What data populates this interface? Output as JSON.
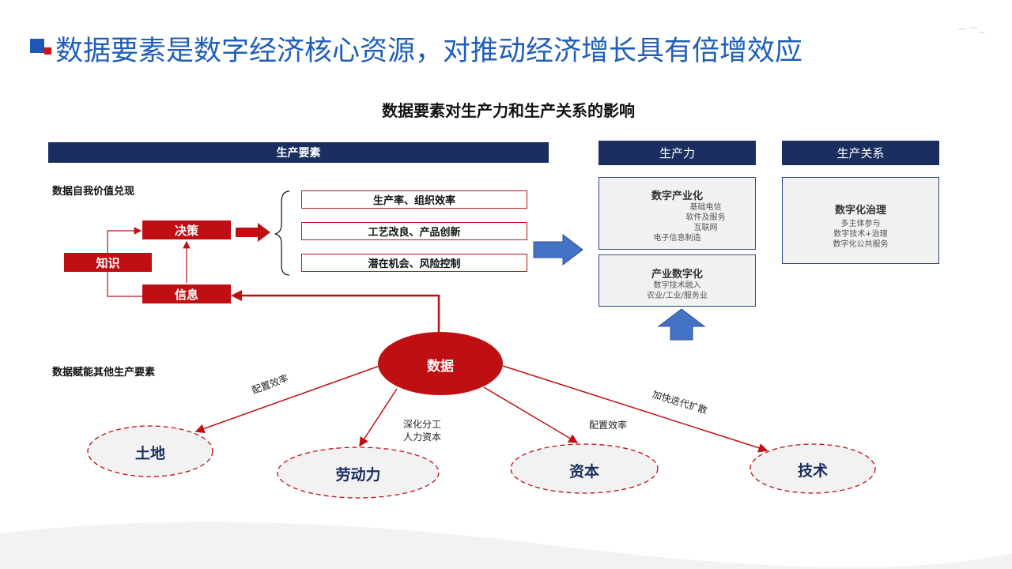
{
  "header": {
    "title": "数据要素是数字经济核心资源，对推动经济增长具有倍增效应"
  },
  "diagram": {
    "subtitle": "数据要素对生产力和生产关系的影响",
    "bars": {
      "production_factors": "生产要素",
      "productivity": "生产力",
      "relations": "生产关系"
    },
    "side_labels": {
      "self_value": "数据自我价值兑现",
      "empower": "数据赋能其他生产要素"
    },
    "chain": {
      "knowledge": "知识",
      "decision": "决策",
      "information": "信息"
    },
    "outcomes": [
      "生产率、组织效率",
      "工艺改良、产品创新",
      "潜在机会、风险控制"
    ],
    "productivity_boxes": [
      {
        "title": "数字产业化",
        "lines": [
          "基础电信",
          "软件及服务",
          "互联网",
          "电子信息制造"
        ]
      },
      {
        "title": "产业数字化",
        "lines": [
          "数字技术融入",
          "农业/工业/服务业"
        ]
      }
    ],
    "relations_box": {
      "title": "数字化治理",
      "lines": [
        "多主体参与",
        "数字技术+治理",
        "数字化公共服务"
      ]
    },
    "center": "数据",
    "factors": [
      "土地",
      "劳动力",
      "资本",
      "技术"
    ],
    "edge_labels": {
      "land": "配置效率",
      "labor_1": "深化分工",
      "labor_2": "人力资本",
      "capital": "配置效率",
      "tech": "加快迭代扩散"
    },
    "colors": {
      "title_blue": "#1f5fb8",
      "bar_navy": "#1a2e5f",
      "accent_red": "#c00f13",
      "arrow_blue": "#4472c4"
    }
  }
}
